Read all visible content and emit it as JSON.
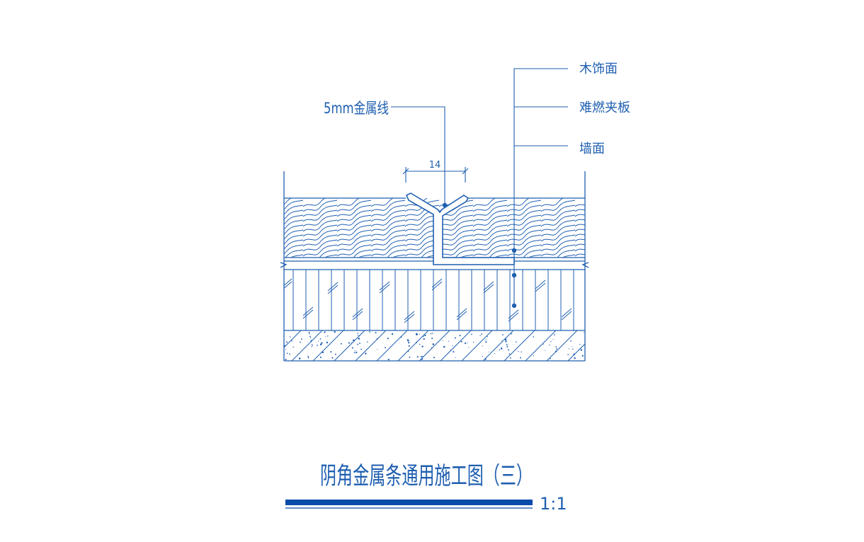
{
  "colors": {
    "line": "#1f5fb0",
    "title_bar": "#0a4aa8",
    "background": "#ffffff"
  },
  "labels": {
    "metal_strip": "5mm金属线",
    "wood_finish": "木饰面",
    "fire_board": "难燃夹板",
    "wall": "墙面"
  },
  "dimension": {
    "width_value": "14"
  },
  "title": {
    "text": "阴角金属条通用施工图（三）",
    "scale": "1:1"
  }
}
